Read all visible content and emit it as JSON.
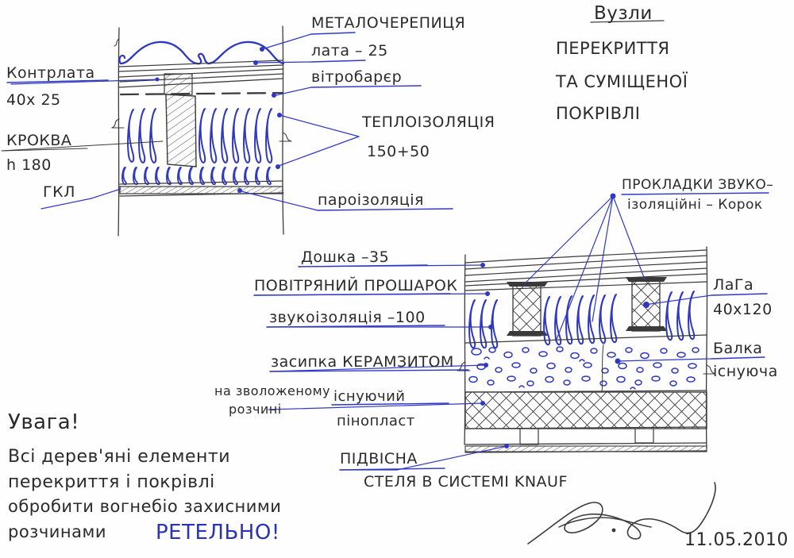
{
  "document": {
    "kind": "hand-drawn-architectural-sketch",
    "language": "Ukrainian",
    "ink_colors": {
      "pen_black": "#3a3a3a",
      "pen_blue": "#2f38c4",
      "paper": "#fefefe"
    }
  },
  "title_block": {
    "heading": "Вузли",
    "line1": "ПЕРЕКРИТТЯ",
    "line2": "ТА СУМІЩЕНОЇ",
    "line3": "ПОКРІВЛІ"
  },
  "detail_roof": {
    "name": "roof-assembly-detail",
    "labels_right": [
      {
        "id": "metal-tile",
        "text": "МЕТАЛОЧЕРЕПИЦЯ"
      },
      {
        "id": "batten",
        "text": "лата – 25"
      },
      {
        "id": "windbarrier",
        "text": "вітробарєр"
      },
      {
        "id": "thermal-ins",
        "text": "ТЕПЛОІЗОЛЯЦІЯ"
      },
      {
        "id": "thermal-val",
        "text": "150+50"
      },
      {
        "id": "vapour",
        "text": "пароізоляція"
      }
    ],
    "labels_left": [
      {
        "id": "counter-batten",
        "text": "Контрлата"
      },
      {
        "id": "counter-batten-size",
        "text": "40х 25"
      },
      {
        "id": "rafter",
        "text": "КРОКВА"
      },
      {
        "id": "rafter-height",
        "text": "h 180"
      },
      {
        "id": "gypsum-board",
        "text": "ГКЛ"
      }
    ]
  },
  "detail_floor": {
    "name": "floor-assembly-detail",
    "labels_left": [
      {
        "id": "board",
        "text": "Дошка –35"
      },
      {
        "id": "air-gap",
        "text": "ПОВІТРЯНИЙ ПРОШАРОК"
      },
      {
        "id": "sound-ins",
        "text": "звукоізоляція –100"
      },
      {
        "id": "clay-fill",
        "text": "засипка КЕРАМЗИТОМ"
      },
      {
        "id": "mortar-a",
        "text": "на зволоженому"
      },
      {
        "id": "mortar-b",
        "text": "розчині"
      },
      {
        "id": "existing-a",
        "text": "існуючий"
      },
      {
        "id": "existing-b",
        "text": "пінопласт"
      },
      {
        "id": "suspended",
        "text": "ПІДВІСНА"
      },
      {
        "id": "ceiling-sys",
        "text": "СТЕЛЯ В СИСТЕМІ  KNAUF"
      }
    ],
    "labels_right": [
      {
        "id": "joist",
        "text": "ЛаГа"
      },
      {
        "id": "joist-size",
        "text": "40х120"
      },
      {
        "id": "beam",
        "text": "Балка"
      },
      {
        "id": "beam-state",
        "text": "існуюча"
      }
    ],
    "labels_top": [
      {
        "id": "pads-line1",
        "text": "ПРОКЛАДКИ ЗВУКО–"
      },
      {
        "id": "pads-line2",
        "text": "ізоляційні – Корок"
      }
    ]
  },
  "note": {
    "heading": "Увага!",
    "line1": "Всі дерев'яні елементи",
    "line2": "перекриття і покрівлі",
    "line3": "обробити вогнебіо захисними",
    "line4_prefix": "розчинами",
    "line4_emphasis": "РЕТЕЛЬНО!"
  },
  "sign_block": {
    "signature": "signature-scribble",
    "date": "11.05.2010"
  }
}
